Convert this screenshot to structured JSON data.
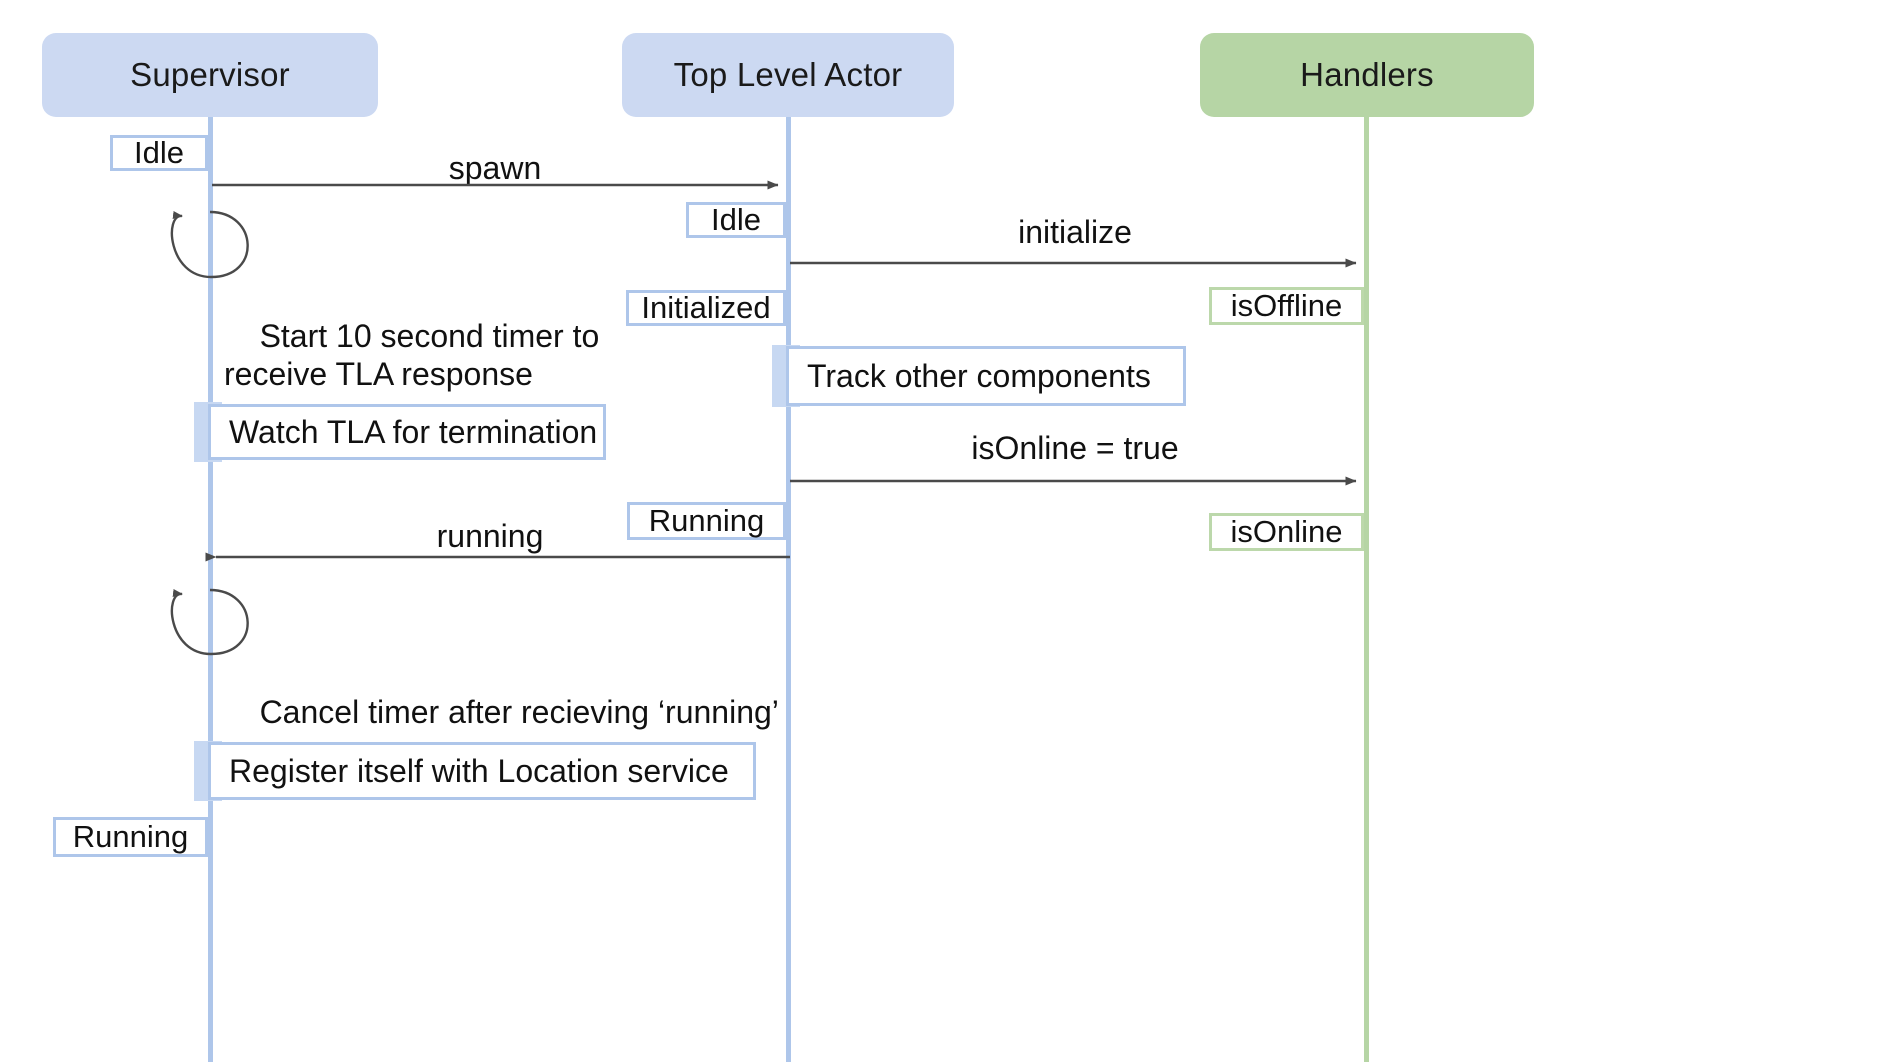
{
  "diagram": {
    "type": "uml-sequence-diagram",
    "title": "",
    "colors": {
      "participant_blue": "#ccd9f2",
      "participant_green": "#b6d5a5",
      "lifeline_blue": "#aec6ea",
      "lifeline_green": "#b6d5a5",
      "activation_fill": "#c7d8f2",
      "state_border_blue": "#aec6ea",
      "state_border_green": "#bcd8ab",
      "note_border": "#aec6ea",
      "arrow": "#4a4a4a",
      "text": "#111111",
      "background": "#ffffff"
    }
  },
  "participants": [
    {
      "id": "supervisor",
      "label": "Supervisor",
      "color": "blue"
    },
    {
      "id": "top_level_actor",
      "label": "Top Level Actor",
      "color": "blue"
    },
    {
      "id": "handlers",
      "label": "Handlers",
      "color": "green"
    }
  ],
  "states": [
    {
      "id": "sup_idle",
      "label": "Idle",
      "lifeline": "supervisor",
      "color": "blue"
    },
    {
      "id": "tla_idle",
      "label": "Idle",
      "lifeline": "top_level_actor",
      "color": "blue"
    },
    {
      "id": "tla_initialized",
      "label": "Initialized",
      "lifeline": "top_level_actor",
      "color": "blue"
    },
    {
      "id": "handlers_isoffline",
      "label": "isOffline",
      "lifeline": "handlers",
      "color": "green"
    },
    {
      "id": "tla_running",
      "label": "Running",
      "lifeline": "top_level_actor",
      "color": "blue"
    },
    {
      "id": "handlers_isonline",
      "label": "isOnline",
      "lifeline": "handlers",
      "color": "green"
    },
    {
      "id": "sup_running",
      "label": "Running",
      "lifeline": "supervisor",
      "color": "blue"
    }
  ],
  "messages": [
    {
      "id": "spawn",
      "label": "spawn",
      "from": "supervisor",
      "to": "top_level_actor",
      "direction": "right"
    },
    {
      "id": "initialize",
      "label": "initialize",
      "from": "top_level_actor",
      "to": "handlers",
      "direction": "right"
    },
    {
      "id": "is_online_true",
      "label": "isOnline = true",
      "from": "top_level_actor",
      "to": "handlers",
      "direction": "right"
    },
    {
      "id": "running",
      "label": "running",
      "from": "top_level_actor",
      "to": "supervisor",
      "direction": "left"
    }
  ],
  "self_messages": [
    {
      "id": "start_timer",
      "label": "Start 10 second timer to\nreceive TLA response",
      "lifeline": "supervisor"
    },
    {
      "id": "cancel_timer",
      "label": "Cancel timer after recieving ‘running’",
      "lifeline": "supervisor"
    }
  ],
  "notes": [
    {
      "id": "watch_tla",
      "label": "Watch TLA for termination",
      "lifeline": "supervisor"
    },
    {
      "id": "track_components",
      "label": "Track other components",
      "lifeline": "top_level_actor"
    },
    {
      "id": "register_location",
      "label": "Register itself with Location service",
      "lifeline": "supervisor"
    }
  ]
}
